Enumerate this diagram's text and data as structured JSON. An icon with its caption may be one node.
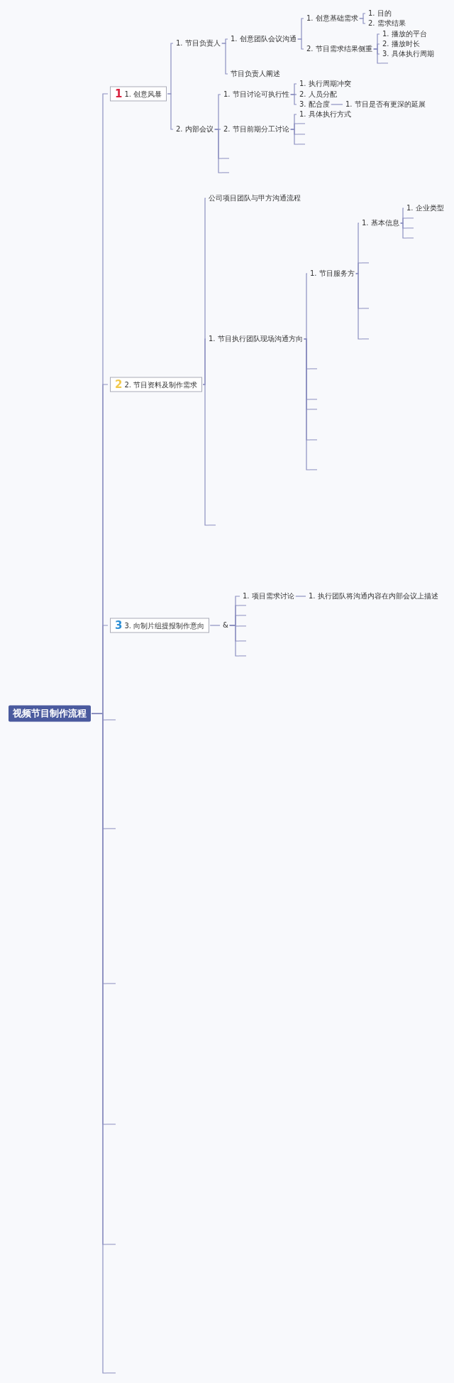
{
  "diagram": {
    "nodes": [
      {
        "text": [
          "视频节目制作流程"
        ]
      },
      {
        "text": [
          "1",
          "1. 创意风暴"
        ]
      },
      {
        "text": [
          "1. 节目负责人"
        ]
      },
      {
        "text": [
          "1. 创意团队会议沟通"
        ]
      },
      {
        "text": [
          "1. 创意基础需求"
        ]
      },
      {
        "text": [
          "1. 目的"
        ]
      },
      {
        "text": [
          "2. 需求结果"
        ]
      },
      {
        "text": [
          "2. 节目需求结果侧重"
        ]
      },
      {
        "text": [
          "1. 播放的平台"
        ]
      },
      {
        "text": [
          "2. 播放时长"
        ]
      },
      {
        "text": [
          "3. 具体执行周期"
        ]
      },
      {
        "text": [
          "节目负责人阐述"
        ]
      },
      {
        "text": [
          "2. 内部会议"
        ]
      },
      {
        "text": [
          "1. 节目讨论可执行性"
        ]
      },
      {
        "text": [
          "1. 执行周期冲突"
        ]
      },
      {
        "text": [
          "2. 人员分配"
        ]
      },
      {
        "text": [
          "3. 配合度"
        ]
      },
      {
        "text": [
          "1. 节目是否有更深的延展"
        ]
      },
      {
        "text": [
          "2. 节目前期分工讨论"
        ]
      },
      {
        "text": [
          "1. 具体执行方式"
        ]
      },
      {
        "text": [
          "2",
          "2. 节目资料及制作需求"
        ]
      },
      {
        "text": [
          "公司项目团队与甲方沟通流程"
        ]
      },
      {
        "text": [
          "1. 节目执行团队现场沟通方向"
        ]
      },
      {
        "text": [
          "1. 节目服务方"
        ]
      },
      {
        "text": [
          "1. 基本信息"
        ]
      },
      {
        "text": [
          "1. 企业类型"
        ]
      },
      {
        "text": [
          "3",
          "3. 向制片组提报制作意向"
        ]
      },
      {
        "text": [
          "&"
        ]
      },
      {
        "text": [
          "1. 项目需求讨论"
        ]
      },
      {
        "text": [
          "1. 执行团队将沟通内容在内部会议上描述"
        ]
      },
      {
        "text": [],
        "shape": "line"
      },
      {
        "text": [],
        "shape": "line"
      },
      {
        "text": [],
        "shape": "line"
      },
      {
        "text": [],
        "shape": "line"
      },
      {
        "text": [],
        "shape": "line"
      },
      {
        "text": [],
        "shape": "line"
      },
      {
        "text": [],
        "shape": "line"
      },
      {
        "text": [],
        "shape": "line"
      },
      {
        "text": [],
        "shape": "line"
      },
      {
        "text": [],
        "shape": "line"
      },
      {
        "text": [],
        "shape": "line"
      },
      {
        "text": [],
        "shape": "line"
      },
      {
        "text": [],
        "shape": "line"
      },
      {
        "text": [],
        "shape": "line"
      },
      {
        "text": [],
        "shape": "line"
      },
      {
        "text": [],
        "shape": "line"
      },
      {
        "text": [],
        "shape": "line"
      },
      {
        "text": [],
        "shape": "line"
      },
      {
        "text": [],
        "shape": "line"
      },
      {
        "text": [],
        "shape": "line"
      },
      {
        "text": [],
        "shape": "line"
      },
      {
        "text": [],
        "shape": "line"
      },
      {
        "text": [],
        "shape": "line"
      },
      {
        "text": [],
        "shape": "line"
      },
      {
        "text": [],
        "shape": "line"
      },
      {
        "text": [],
        "shape": "line"
      },
      {
        "text": [],
        "shape": "line"
      },
      {
        "text": [],
        "shape": "line"
      },
      {
        "text": [],
        "shape": "line"
      }
    ],
    "edges": [
      {
        "from": 0,
        "to": 1,
        "arrow": "none"
      },
      {
        "from": 0,
        "to": 20,
        "arrow": "none"
      },
      {
        "from": 0,
        "to": 26,
        "arrow": "none"
      },
      {
        "from": 0,
        "to": 30,
        "arrow": "none"
      },
      {
        "from": 0,
        "to": 31,
        "arrow": "none"
      },
      {
        "from": 0,
        "to": 32,
        "arrow": "none"
      },
      {
        "from": 0,
        "to": 33,
        "arrow": "none"
      },
      {
        "from": 0,
        "to": 34,
        "arrow": "none"
      },
      {
        "from": 0,
        "to": 35,
        "arrow": "none"
      },
      {
        "from": 1,
        "to": 2,
        "arrow": "none"
      },
      {
        "from": 1,
        "to": 12,
        "arrow": "none"
      },
      {
        "from": 2,
        "to": 3,
        "arrow": "none"
      },
      {
        "from": 2,
        "to": 11,
        "arrow": "none"
      },
      {
        "from": 3,
        "to": 4,
        "arrow": "none"
      },
      {
        "from": 3,
        "to": 7,
        "arrow": "none"
      },
      {
        "from": 4,
        "to": 5,
        "arrow": "none"
      },
      {
        "from": 4,
        "to": 6,
        "arrow": "none"
      },
      {
        "from": 7,
        "to": 8,
        "arrow": "none"
      },
      {
        "from": 7,
        "to": 9,
        "arrow": "none"
      },
      {
        "from": 7,
        "to": 10,
        "arrow": "none"
      },
      {
        "from": 7,
        "to": 36,
        "arrow": "none"
      },
      {
        "from": 12,
        "to": 13,
        "arrow": "none"
      },
      {
        "from": 12,
        "to": 18,
        "arrow": "none"
      },
      {
        "from": 12,
        "to": 37,
        "arrow": "none"
      },
      {
        "from": 12,
        "to": 38,
        "arrow": "none"
      },
      {
        "from": 13,
        "to": 14,
        "arrow": "none"
      },
      {
        "from": 13,
        "to": 15,
        "arrow": "none"
      },
      {
        "from": 13,
        "to": 16,
        "arrow": "none"
      },
      {
        "from": 16,
        "to": 17,
        "arrow": "none"
      },
      {
        "from": 18,
        "to": 19,
        "arrow": "none"
      },
      {
        "from": 18,
        "to": 39,
        "arrow": "none"
      },
      {
        "from": 18,
        "to": 40,
        "arrow": "none"
      },
      {
        "from": 18,
        "to": 41,
        "arrow": "none"
      },
      {
        "from": 20,
        "to": 21,
        "arrow": "none"
      },
      {
        "from": 20,
        "to": 22,
        "arrow": "none"
      },
      {
        "from": 20,
        "to": 42,
        "arrow": "none"
      },
      {
        "from": 22,
        "to": 23,
        "arrow": "none"
      },
      {
        "from": 22,
        "to": 43,
        "arrow": "none"
      },
      {
        "from": 22,
        "to": 44,
        "arrow": "none"
      },
      {
        "from": 22,
        "to": 45,
        "arrow": "none"
      },
      {
        "from": 22,
        "to": 46,
        "arrow": "none"
      },
      {
        "from": 22,
        "to": 47,
        "arrow": "none"
      },
      {
        "from": 23,
        "to": 24,
        "arrow": "none"
      },
      {
        "from": 23,
        "to": 48,
        "arrow": "none"
      },
      {
        "from": 23,
        "to": 49,
        "arrow": "none"
      },
      {
        "from": 23,
        "to": 50,
        "arrow": "none"
      },
      {
        "from": 24,
        "to": 25,
        "arrow": "none"
      },
      {
        "from": 24,
        "to": 51,
        "arrow": "none"
      },
      {
        "from": 24,
        "to": 52,
        "arrow": "none"
      },
      {
        "from": 24,
        "to": 53,
        "arrow": "none"
      },
      {
        "from": 26,
        "to": 27,
        "arrow": "none"
      },
      {
        "from": 27,
        "to": 28,
        "arrow": "none"
      },
      {
        "from": 27,
        "to": 54,
        "arrow": "none"
      },
      {
        "from": 27,
        "to": 55,
        "arrow": "none"
      },
      {
        "from": 27,
        "to": 56,
        "arrow": "none"
      },
      {
        "from": 27,
        "to": 57,
        "arrow": "none"
      },
      {
        "from": 27,
        "to": 58,
        "arrow": "none"
      },
      {
        "from": 28,
        "to": 29,
        "arrow": "none"
      }
    ]
  }
}
